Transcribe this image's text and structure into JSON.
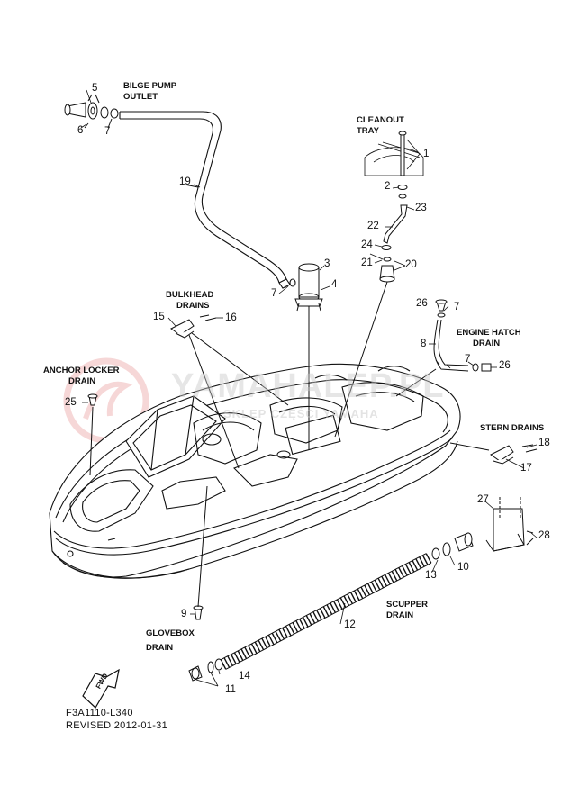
{
  "labels": {
    "bilge_pump_outlet": [
      "BILGE PUMP",
      "OUTLET"
    ],
    "cleanout_tray": [
      "CLEANOUT",
      "TRAY"
    ],
    "bulkhead_drains": [
      "BULKHEAD",
      "DRAINS"
    ],
    "engine_hatch_drain": [
      "ENGINE HATCH",
      "DRAIN"
    ],
    "anchor_locker_drain": [
      "ANCHOR LOCKER",
      "DRAIN"
    ],
    "stern_drains": [
      "STERN DRAINS"
    ],
    "glovebox_drain": [
      "GLOVEBOX",
      "DRAIN"
    ],
    "scupper_drain": [
      "SCUPPER",
      "DRAIN"
    ]
  },
  "part_numbers": {
    "n1": "1",
    "n2": "2",
    "n3": "3",
    "n4": "4",
    "n5": "5",
    "n6": "6",
    "n7a": "7",
    "n7b": "7",
    "n7c": "7",
    "n7d": "7",
    "n8": "8",
    "n9": "9",
    "n10": "10",
    "n11": "11",
    "n12": "12",
    "n13": "13",
    "n14": "14",
    "n15": "15",
    "n16": "16",
    "n17": "17",
    "n18": "18",
    "n19": "19",
    "n20": "20",
    "n21": "21",
    "n22": "22",
    "n23": "23",
    "n24": "24",
    "n25": "25",
    "n26a": "26",
    "n26b": "26",
    "n27": "27",
    "n28": "28"
  },
  "fwd_arrow": "FWD",
  "footer": {
    "code": "F3A1110-L340",
    "revised": "REVISED 2012-01-31"
  },
  "watermark": {
    "text": "YAMAHALEP.PL",
    "subtext": "SKLEP CZĘŚCI YAMAHA"
  }
}
